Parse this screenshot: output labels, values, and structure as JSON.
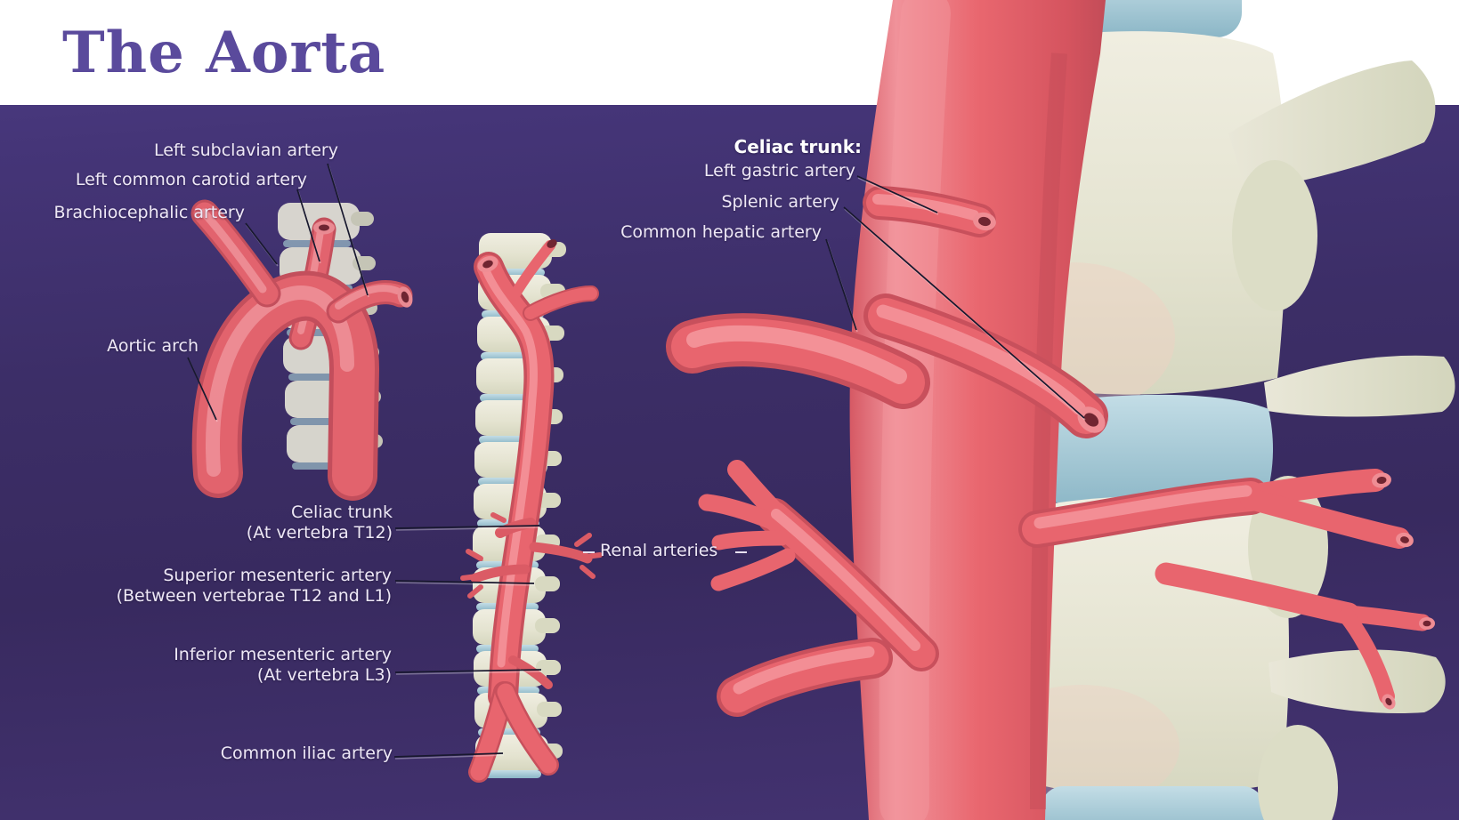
{
  "title": "The Aorta",
  "colors": {
    "background_purple": "#3c2e67",
    "header_band": "#ffffff",
    "title_purple": "#5a4a9c",
    "artery_red": "#e8656e",
    "artery_highlight": "#f5999f",
    "bone_cream": "#e7e5d3",
    "disc_blue": "#a6cbd9",
    "label_text": "#eee8f6",
    "leader_line": "#18182e"
  },
  "arch_view": {
    "labels": {
      "left_subclavian": "Left subclavian artery",
      "left_common_carotid": "Left common carotid artery",
      "brachiocephalic": "Brachiocephalic artery",
      "aortic_arch": "Aortic arch"
    }
  },
  "full_aorta_view": {
    "labels": {
      "celiac_trunk": "Celiac trunk",
      "celiac_trunk_note": "(At vertebra T12)",
      "superior_mesenteric": "Superior mesenteric artery",
      "superior_mesenteric_note": "(Between vertebrae T12 and L1)",
      "inferior_mesenteric": "Inferior mesenteric artery",
      "inferior_mesenteric_note": "(At vertebra L3)",
      "common_iliac": "Common iliac artery",
      "renal": "Renal arteries"
    }
  },
  "celiac_closeup_view": {
    "heading": "Celiac trunk:",
    "labels": {
      "left_gastric": "Left gastric artery",
      "splenic": "Splenic artery",
      "common_hepatic": "Common hepatic artery"
    }
  }
}
